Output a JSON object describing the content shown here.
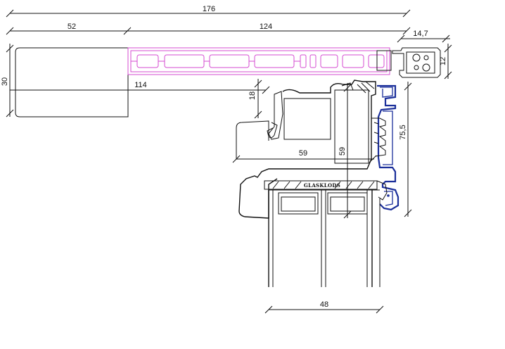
{
  "drawing": {
    "dimensions": {
      "total_width": "176",
      "part_left": "52",
      "part_right": "124",
      "end_width": "14,7",
      "end_height": "12",
      "board_height": "30",
      "board_depth": "114",
      "gap": "18",
      "frame_width": "59",
      "frame_depth": "59",
      "profile_height": "75,5",
      "glass_width": "48"
    },
    "labels": {
      "glass_block": "GLASKLODS"
    },
    "colors": {
      "line": "#111111",
      "cover_profile": "#d64bd2",
      "alu_profile": "#1b2f9a"
    }
  }
}
